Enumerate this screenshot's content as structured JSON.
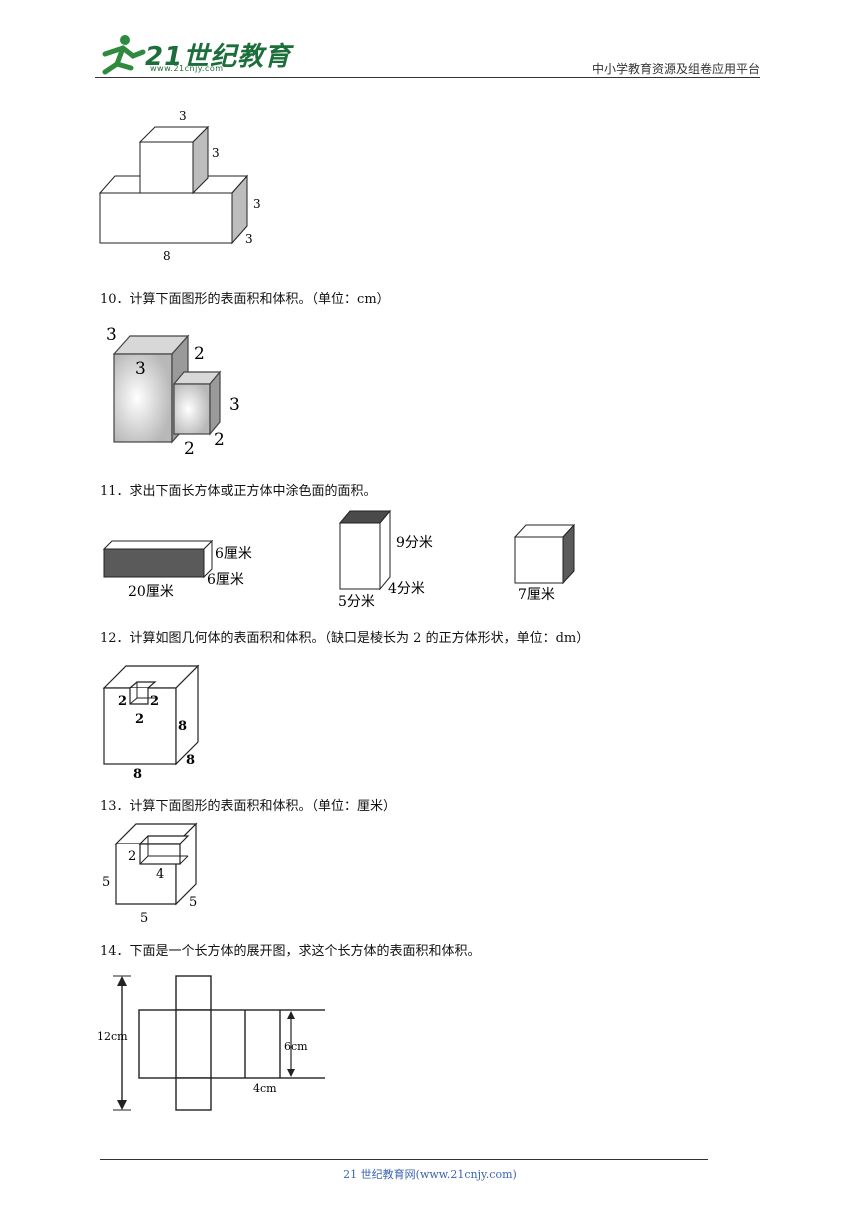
{
  "header": {
    "logo_main": "21世纪教育",
    "logo_url": "www.21cnjy.com",
    "right_text": "中小学教育资源及组卷应用平台"
  },
  "questions": [
    {
      "number": "10",
      "text": "10．计算下面图形的表面积和体积。（单位：cm）"
    },
    {
      "number": "11",
      "text": "11．求出下面长方体或正方体中涂色面的面积。"
    },
    {
      "number": "12",
      "text": "12．计算如图几何体的表面积和体积。（缺口是棱长为 2 的正方体形状，单位：dm）"
    },
    {
      "number": "13",
      "text": "13．计算下面图形的表面积和体积。（单位：厘米）"
    },
    {
      "number": "14",
      "text": "14．下面是一个长方体的展开图，求这个长方体的表面积和体积。"
    }
  ],
  "figures": {
    "fig9": {
      "top_w": "3",
      "top_h": "3",
      "bottom_h": "3",
      "bottom_d": "3",
      "bottom_w": "8"
    },
    "fig10": {
      "big_w": "3",
      "big_front": "3",
      "big_d": "2",
      "small_h": "3",
      "small_w": "2",
      "small_d": "2"
    },
    "fig11": {
      "a_h": "6厘米",
      "a_d": "6厘米",
      "a_w": "20厘米",
      "b_h": "9分米",
      "b_d": "4分米",
      "b_w": "5分米",
      "c_w": "7厘米"
    },
    "fig12": {
      "notch_a": "2",
      "notch_b": "2",
      "notch_c": "2",
      "h": "8",
      "w": "8",
      "d": "8"
    },
    "fig13": {
      "notch_h": "2",
      "notch_w": "4",
      "h": "5",
      "w": "5",
      "d": "5"
    },
    "fig14": {
      "total_h": "12cm",
      "side_h": "6cm",
      "side_w": "4cm"
    }
  },
  "footer": {
    "text": "21 世纪教育网(www.21cnjy.com)"
  }
}
